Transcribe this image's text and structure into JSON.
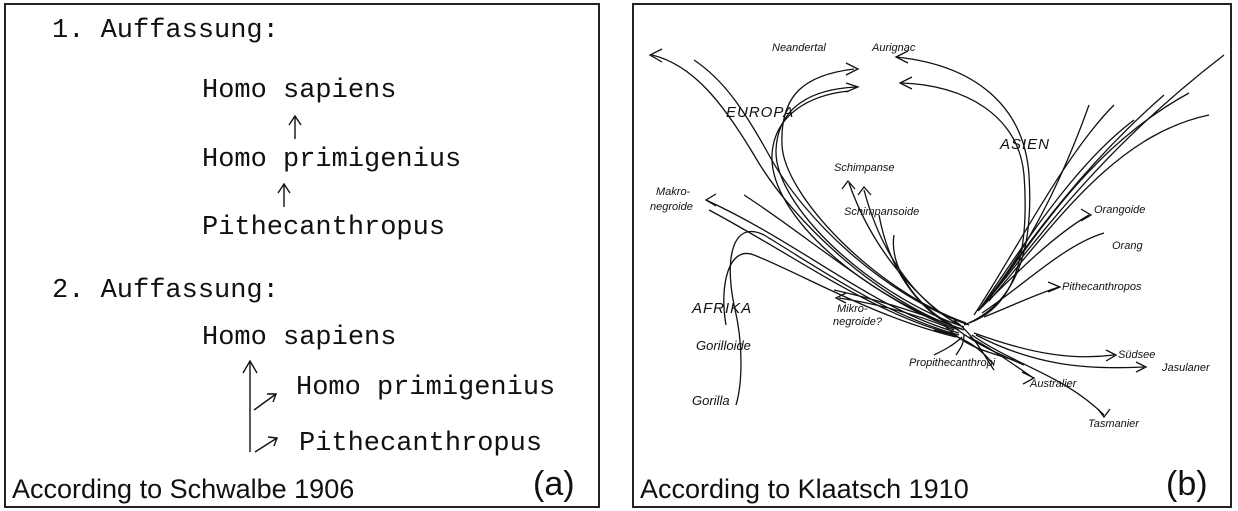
{
  "panel_a": {
    "section1": {
      "heading": "1. Auffassung:",
      "items": [
        "Homo sapiens",
        "Homo primigenius",
        "Pithecanthropus"
      ]
    },
    "section2": {
      "heading": "2. Auffassung:",
      "items": [
        "Homo sapiens",
        "Homo primigenius",
        "Pithecanthropus"
      ]
    },
    "caption": "According to  Schwalbe 1906",
    "letter": "(a)"
  },
  "panel_b": {
    "labels": {
      "neandertal": "Neandertal",
      "aurignac": "Aurignac",
      "europa": "EUROPA",
      "asien": "ASIEN",
      "schimpanse": "Schimpanse",
      "schimpansoide": "Schimpansoide",
      "makro1": "Makro-",
      "makro2": "negroide",
      "orangoide": "Orangoide",
      "orang": "Orang",
      "pithecanthropos": "Pithecanthropos",
      "afrika": "AFRIKA",
      "mikro1": "Mikro-",
      "mikro2": "negroide?",
      "gorilloide": "Gorilloide",
      "gorilla": "Gorilla",
      "propithecanthropi": "Propithecanthropi",
      "suedsee": "Südsee",
      "jasulaner": "Jasulaner",
      "australier": "Australier",
      "tasmanier": "Tasmanier"
    },
    "caption": "According to  Klaatsch 1910",
    "letter": "(b)"
  }
}
